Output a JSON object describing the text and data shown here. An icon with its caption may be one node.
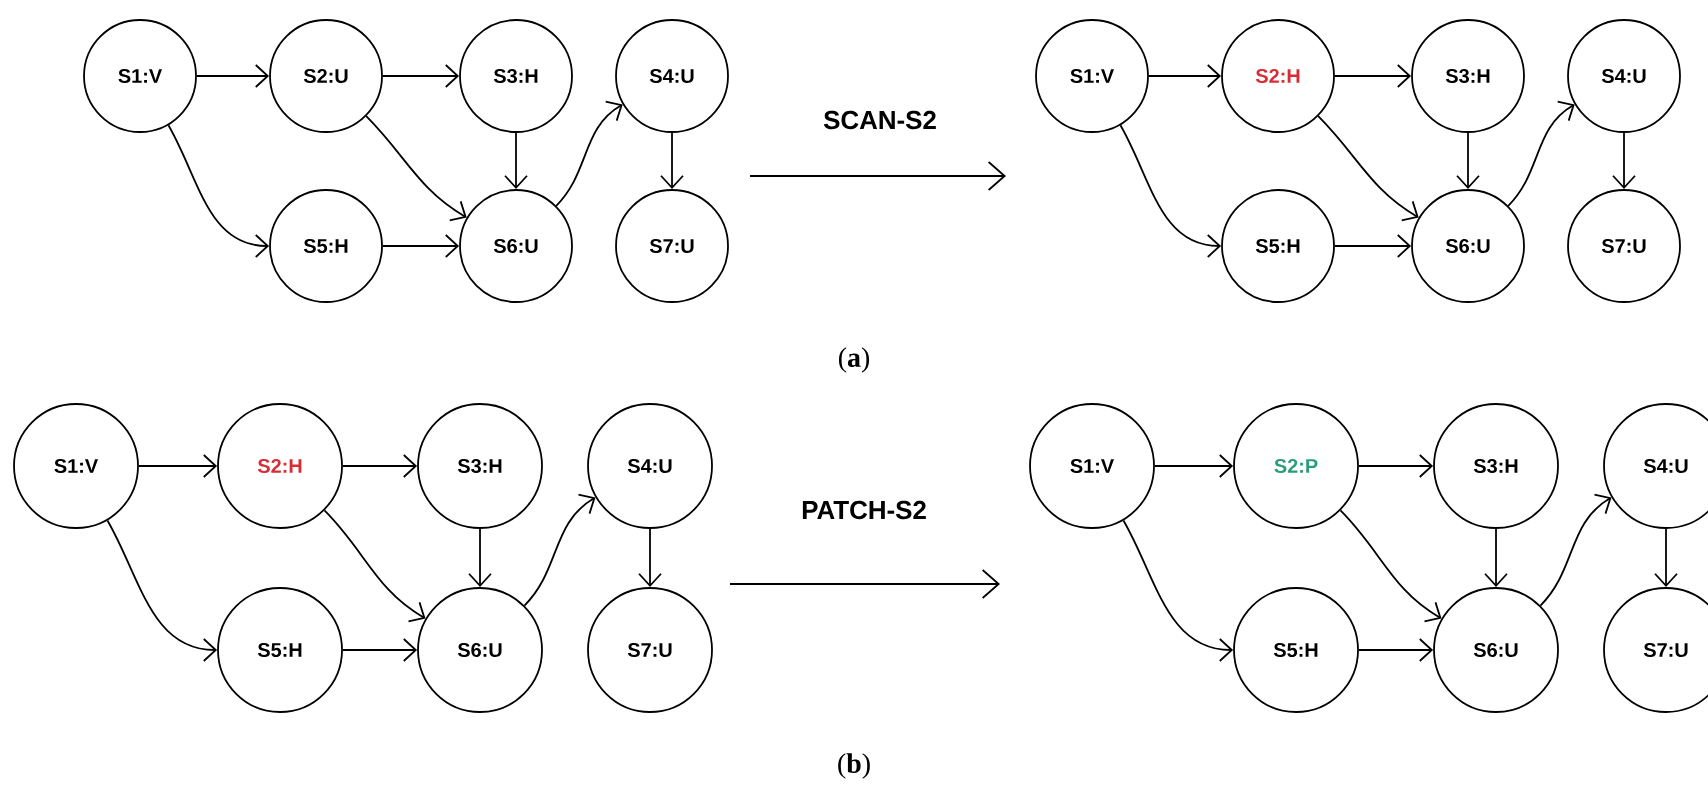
{
  "diagram": {
    "nodes": [
      {
        "text": [
          "S1:V"
        ]
      },
      {
        "text": [
          "S2:U"
        ]
      },
      {
        "text": [
          "S3:H"
        ]
      },
      {
        "text": [
          "S4:U"
        ]
      },
      {
        "text": [
          "S5:H"
        ]
      },
      {
        "text": [
          "S6:U"
        ]
      },
      {
        "text": [
          "S7:U"
        ]
      },
      {
        "text": [
          "S1:V"
        ]
      },
      {
        "text": [
          "S2:H"
        ]
      },
      {
        "text": [
          "S3:H"
        ]
      },
      {
        "text": [
          "S4:U"
        ]
      },
      {
        "text": [
          "S5:H"
        ]
      },
      {
        "text": [
          "S6:U"
        ]
      },
      {
        "text": [
          "S7:U"
        ]
      },
      {
        "text": [
          "S1:V"
        ]
      },
      {
        "text": [
          "S2:H"
        ]
      },
      {
        "text": [
          "S3:H"
        ]
      },
      {
        "text": [
          "S4:U"
        ]
      },
      {
        "text": [
          "S5:H"
        ]
      },
      {
        "text": [
          "S6:U"
        ]
      },
      {
        "text": [
          "S7:U"
        ]
      },
      {
        "text": [
          "S1:V"
        ]
      },
      {
        "text": [
          "S2:P"
        ]
      },
      {
        "text": [
          "S3:H"
        ]
      },
      {
        "text": [
          "S4:U"
        ]
      },
      {
        "text": [
          "S5:H"
        ]
      },
      {
        "text": [
          "S6:U"
        ]
      },
      {
        "text": [
          "S7:U"
        ]
      }
    ],
    "edges": [
      {
        "from": 0,
        "to": 1,
        "arrow": "to"
      },
      {
        "from": 1,
        "to": 2,
        "arrow": "to"
      },
      {
        "from": 0,
        "to": 4,
        "arrow": "to"
      },
      {
        "from": 1,
        "to": 5,
        "arrow": "to"
      },
      {
        "from": 2,
        "to": 5,
        "arrow": "to"
      },
      {
        "from": 4,
        "to": 5,
        "arrow": "to"
      },
      {
        "from": 5,
        "to": 3,
        "arrow": "to"
      },
      {
        "from": 3,
        "to": 6,
        "arrow": "to"
      },
      {
        "from": 7,
        "to": 8,
        "arrow": "to"
      },
      {
        "from": 8,
        "to": 9,
        "arrow": "to"
      },
      {
        "from": 7,
        "to": 11,
        "arrow": "to"
      },
      {
        "from": 8,
        "to": 12,
        "arrow": "to"
      },
      {
        "from": 9,
        "to": 12,
        "arrow": "to"
      },
      {
        "from": 11,
        "to": 12,
        "arrow": "to"
      },
      {
        "from": 12,
        "to": 10,
        "arrow": "to"
      },
      {
        "from": 10,
        "to": 13,
        "arrow": "to"
      },
      {
        "from": 14,
        "to": 15,
        "arrow": "to"
      },
      {
        "from": 15,
        "to": 16,
        "arrow": "to"
      },
      {
        "from": 14,
        "to": 18,
        "arrow": "to"
      },
      {
        "from": 15,
        "to": 19,
        "arrow": "to"
      },
      {
        "from": 16,
        "to": 19,
        "arrow": "to"
      },
      {
        "from": 18,
        "to": 19,
        "arrow": "to"
      },
      {
        "from": 19,
        "to": 17,
        "arrow": "to"
      },
      {
        "from": 17,
        "to": 20,
        "arrow": "to"
      },
      {
        "from": 21,
        "to": 22,
        "arrow": "to"
      },
      {
        "from": 22,
        "to": 23,
        "arrow": "to"
      },
      {
        "from": 21,
        "to": 25,
        "arrow": "to"
      },
      {
        "from": 22,
        "to": 26,
        "arrow": "to"
      },
      {
        "from": 23,
        "to": 26,
        "arrow": "to"
      },
      {
        "from": 25,
        "to": 26,
        "arrow": "to"
      },
      {
        "from": 26,
        "to": 24,
        "arrow": "to"
      },
      {
        "from": 24,
        "to": 27,
        "arrow": "to"
      }
    ],
    "labels": [
      "SCAN-S2",
      "(**a**)",
      "PATCH-S2",
      "(**b**)"
    ]
  }
}
